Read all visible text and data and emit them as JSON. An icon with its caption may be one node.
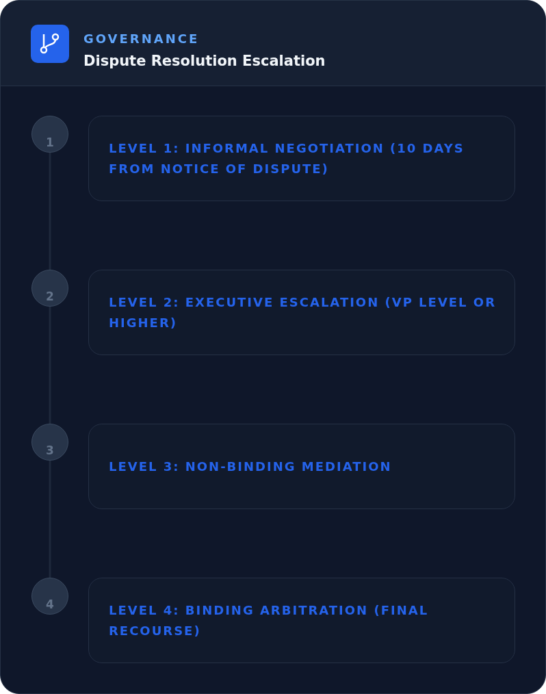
{
  "diagram": {
    "title": "Dispute Resolution Escalation",
    "nodes": [
      {
        "text": [
          "1"
        ]
      },
      {
        "text": [
          "LEVEL 1: INFORMAL NEGOTIATION (10 DAYS FROM NOTICE OF DISPUTE)"
        ]
      },
      {
        "text": [
          "2"
        ]
      },
      {
        "text": [
          "LEVEL 2: EXECUTIVE ESCALATION (VP LEVEL OR HIGHER)"
        ]
      },
      {
        "text": [
          "3"
        ]
      },
      {
        "text": [
          "LEVEL 3: NON-BINDING MEDIATION"
        ]
      },
      {
        "text": [
          "4"
        ]
      },
      {
        "text": [
          "LEVEL 4: BINDING ARBITRATION (FINAL RECOURSE)"
        ]
      }
    ],
    "edges": [
      {
        "from": 0,
        "to": 2,
        "arrow": "none"
      },
      {
        "from": 2,
        "to": 4,
        "arrow": "none"
      },
      {
        "from": 4,
        "to": 6,
        "arrow": "none"
      }
    ],
    "labels": [
      "GOVERNANCE"
    ]
  }
}
